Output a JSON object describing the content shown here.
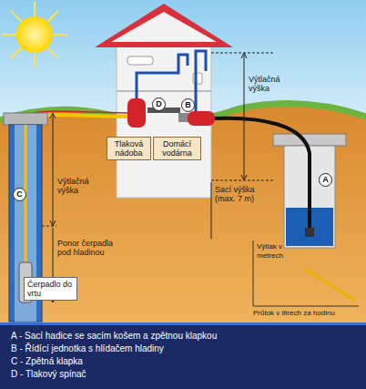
{
  "diagram": {
    "nodes": [
      {
        "text": [
          "D"
        ]
      },
      {
        "text": [
          "B"
        ]
      },
      {
        "text": [
          "Tlaková nádoba"
        ]
      },
      {
        "text": [
          "Domácí vodárna"
        ]
      },
      {
        "text": [
          "C"
        ]
      },
      {
        "text": [
          "A"
        ]
      },
      {
        "text": [
          "Čerpadlo do vrtu"
        ]
      },
      {
        "text": [
          "A - Sací hadice se sacím košem a zpětnou klapkou",
          "B - Řídící jednotka s hlídačem hladiny",
          "C - Zpětná klapka",
          "D - Tlakový spínač"
        ]
      }
    ],
    "labels": [
      "Výtlačná výška",
      "Sací výška (max. 7 m)",
      "Výtlačná výška",
      "Ponor čerpadla pod hladinou",
      "Výtlak v metrech",
      "Průtok v litrech za hodinu"
    ]
  }
}
